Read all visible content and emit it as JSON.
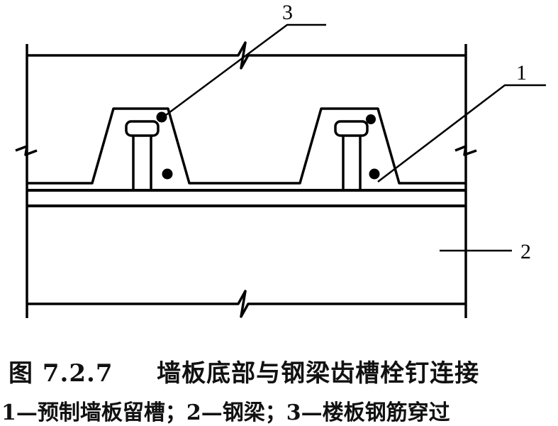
{
  "labels": {
    "one": "1",
    "two": "2",
    "three": "3"
  },
  "caption": {
    "figure_number": "图 7.2.7",
    "title": "墙板底部与钢梁齿槽栓钉连接",
    "legend": "1—预制墙板留槽；2—钢梁；3—楼板钢筋穿过"
  }
}
